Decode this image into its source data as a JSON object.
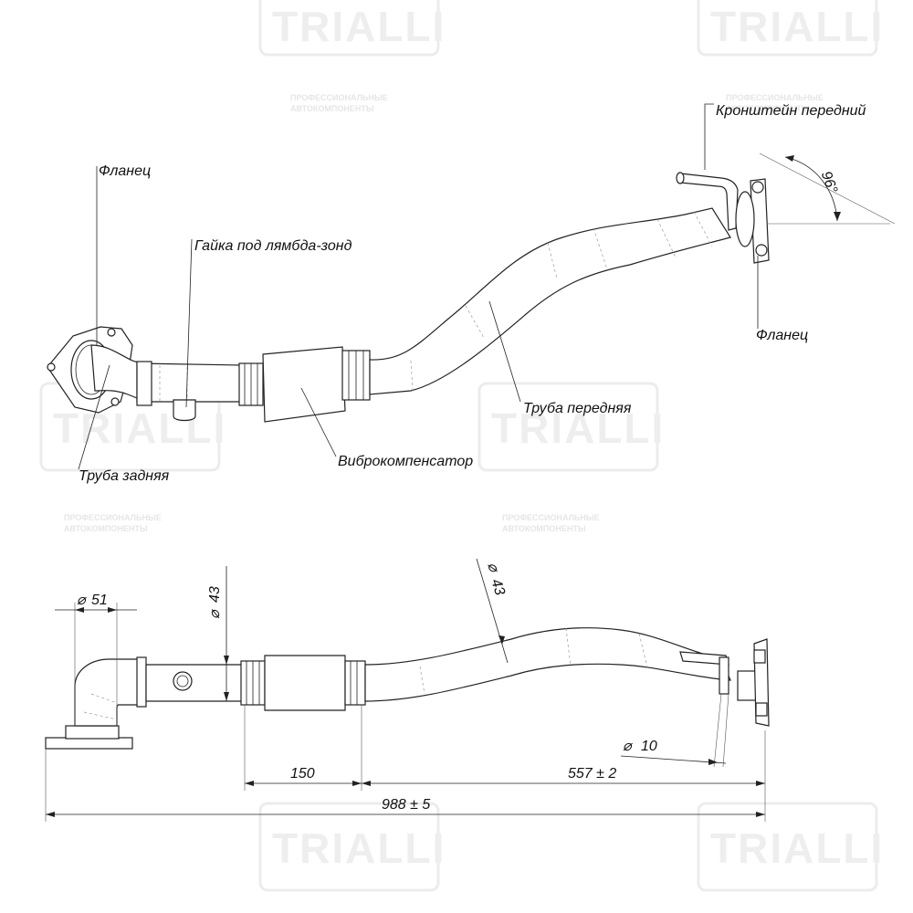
{
  "watermark": {
    "logo": "TRIALLI",
    "tagline_1": "ПРОФЕССИОНАЛЬНЫЕ",
    "tagline_2": "АВТОКОМПОНЕНТЫ"
  },
  "labels": {
    "flange_rear": "Фланец",
    "lambda_nut": "Гайка под лямбда-зонд",
    "front_bracket": "Кронштейн передний",
    "flange_front": "Фланец",
    "pipe_front": "Труба передняя",
    "vibro_compensator": "Виброкомпенсатор",
    "pipe_rear": "Труба задняя"
  },
  "dimensions": {
    "angle": "96°",
    "diameter_51": "51",
    "diameter_43_a": "43",
    "diameter_43_b": "43",
    "diameter_10": "10",
    "length_150": "150",
    "length_557": "557 ± 2",
    "length_988": "988 ± 5",
    "diameter_symbol": "⌀"
  },
  "colors": {
    "line": "#222222",
    "watermark": "#eeeeee"
  }
}
